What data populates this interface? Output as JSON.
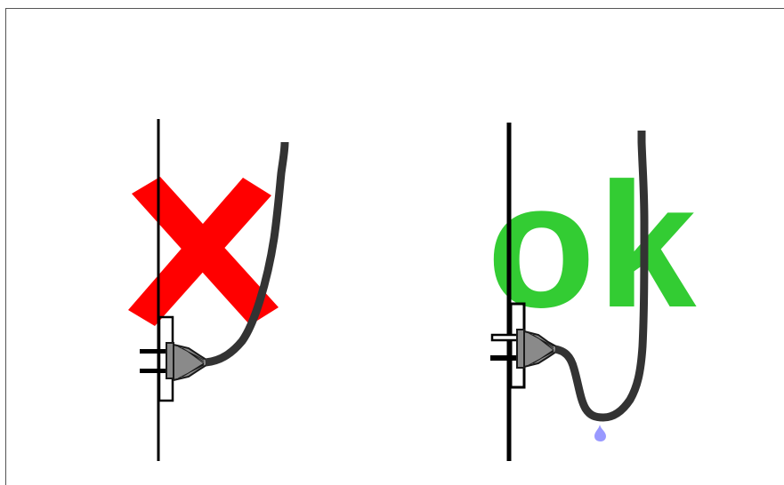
{
  "colors": {
    "background": "#ffffff",
    "frame_border": "#555555",
    "wall": "#000000",
    "cable": "#333333",
    "plug_body": "#8a8a8a",
    "plug_outline": "#1a1a1a",
    "wrong_mark": "#ff0000",
    "ok_text": "#33cc33",
    "water_drip": "#9999ff"
  },
  "left_panel": {
    "verdict": "wrong",
    "mark_icon": "red-x-mark-icon"
  },
  "right_panel": {
    "verdict": "ok",
    "label_text": "ok",
    "drip_icon": "water-drop-icon"
  }
}
